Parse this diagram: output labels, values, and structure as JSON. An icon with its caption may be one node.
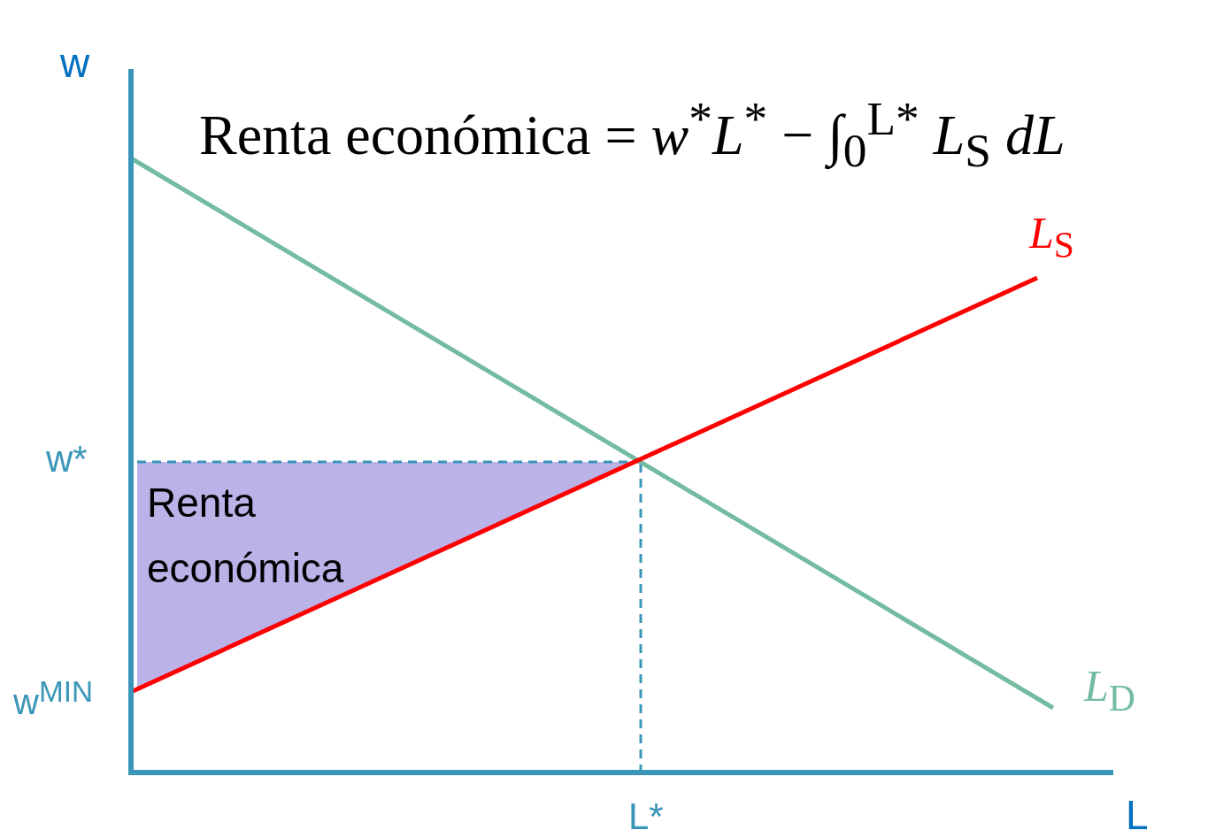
{
  "diagram": {
    "labels": [
      "w",
      "Renta económica = *w*$^{*}$*L*$^{*}$ − ∫$_{0}$$^{L*}$ *L*$_{S}$ *dL*",
      "*L*$_{S}$",
      "w*",
      "Renta económica",
      "w$^{MIN}$",
      "*L*$_{D}$",
      "L*",
      "L"
    ]
  }
}
